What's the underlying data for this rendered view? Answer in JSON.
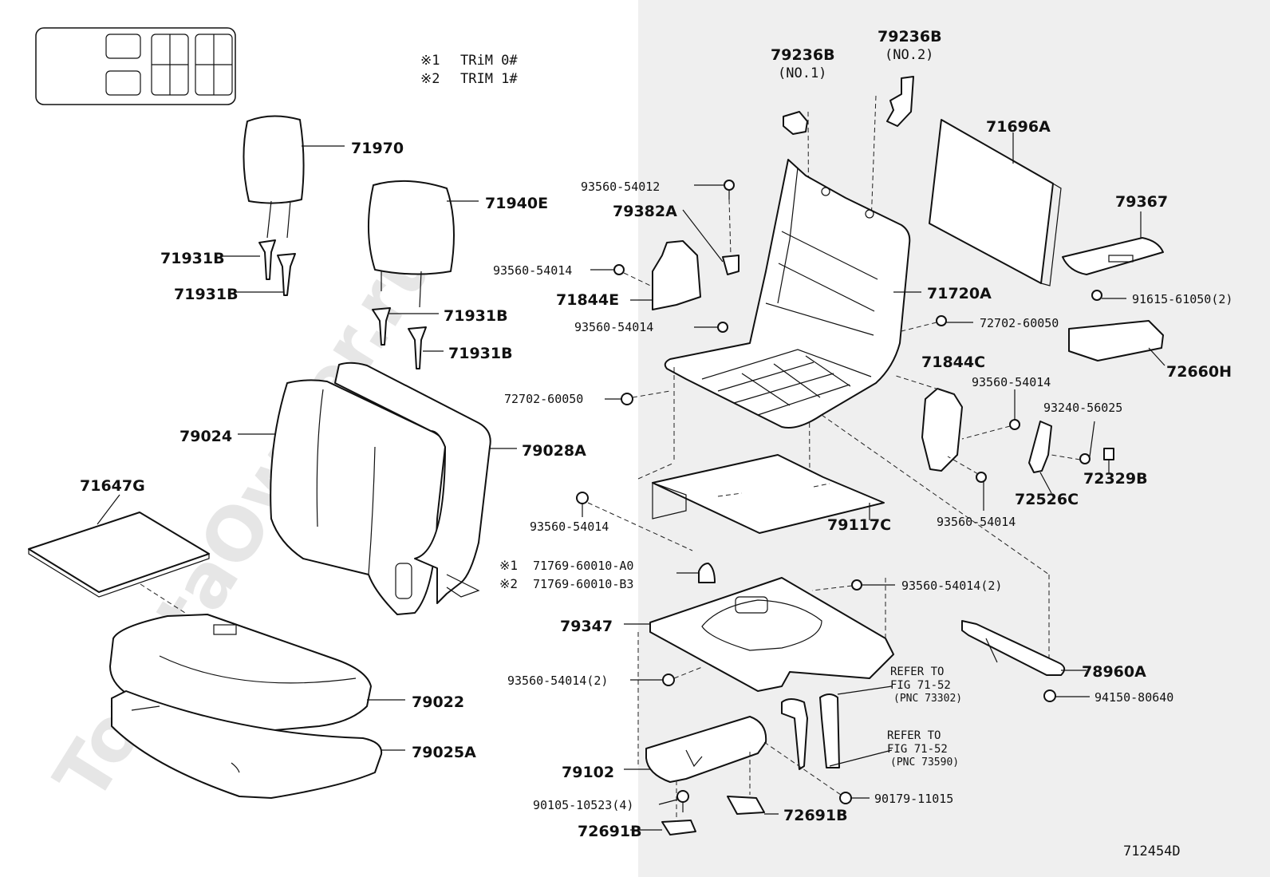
{
  "diagram": {
    "code": "712454D",
    "watermark": "ToyotaOwner.ru",
    "trim_notes": [
      {
        "mark": "※1",
        "text": "TRiM 0#"
      },
      {
        "mark": "※2",
        "text": "TRIM 1#"
      }
    ],
    "parts": {
      "p71970": "71970",
      "p71940E": "71940E",
      "p71931B_a": "71931B",
      "p71931B_b": "71931B",
      "p71931B_c": "71931B",
      "p71931B_d": "71931B",
      "p79024": "79024",
      "p79028A": "79028A",
      "p71647G": "71647G",
      "p79022": "79022",
      "p79025A": "79025A",
      "p79236B_1": "79236B",
      "p79236B_1_sub": "(NO.1)",
      "p79236B_2": "79236B",
      "p79236B_2_sub": "(NO.2)",
      "p71696A": "71696A",
      "p79367": "79367",
      "p93560_54012": "93560-54012",
      "p79382A": "79382A",
      "p93560_54014_a": "93560-54014",
      "p71844E": "71844E",
      "p93560_54014_b": "93560-54014",
      "p71720A": "71720A",
      "p91615_61050": "91615-61050(2)",
      "p72702_60050_a": "72702-60050",
      "p72660H": "72660H",
      "p72702_60050_b": "72702-60050",
      "p71844C": "71844C",
      "p93560_54014_c": "93560-54014",
      "p93240_56025": "93240-56025",
      "p72526C": "72526C",
      "p72329B": "72329B",
      "p93560_54014_d": "93560-54014",
      "p79117C": "79117C",
      "p93560_54014_e": "93560-54014",
      "p71769_A0_mark": "※1",
      "p71769_A0": "71769-60010-A0",
      "p71769_B3_mark": "※2",
      "p71769_B3": "71769-60010-B3",
      "p93560_54014_2a": "93560-54014(2)",
      "p79347": "79347",
      "p78960A": "78960A",
      "p93560_54014_2b": "93560-54014(2)",
      "p94150_80640": "94150-80640",
      "p79102": "79102",
      "p90105_10523": "90105-10523(4)",
      "p90179_11015": "90179-11015",
      "p72691B_a": "72691B",
      "p72691B_b": "72691B"
    },
    "refers": [
      {
        "l1": "REFER TO",
        "l2": "FIG 71-52",
        "l3": "(PNC 73302)"
      },
      {
        "l1": "REFER TO",
        "l2": "FIG 71-52",
        "l3": "(PNC 73590)"
      }
    ]
  }
}
